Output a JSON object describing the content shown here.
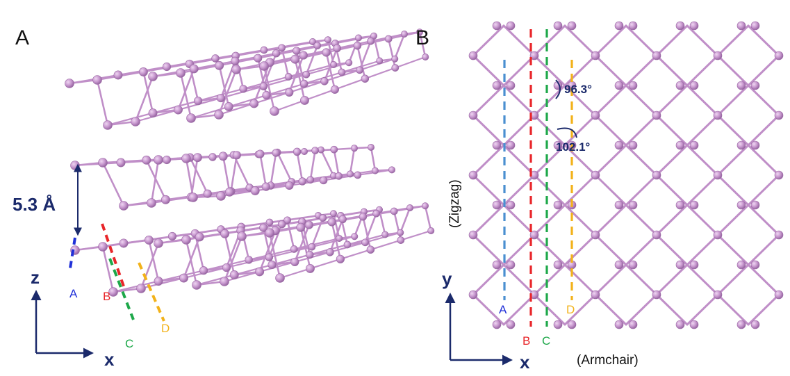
{
  "panels": {
    "a": {
      "label": "A",
      "spacing_label": "5.3 Å",
      "axis_z": "z",
      "axis_x": "x",
      "line_labels": [
        "A",
        "B",
        "C",
        "D"
      ]
    },
    "b": {
      "label": "B",
      "axis_y": "y",
      "axis_x": "x",
      "zigzag_label": "(Zigzag)",
      "armchair_label": "(Armchair)",
      "angle_1": "96.3°",
      "angle_2": "102.1°",
      "line_labels": [
        "A",
        "B",
        "C",
        "D"
      ]
    }
  },
  "colors": {
    "atom": "#c99ad0",
    "atom_dark": "#9a68a4",
    "bond": "#c08fc8",
    "navy": "#1b2a6b",
    "line_a": "#4a8fd0",
    "line_b": "#e8262a",
    "line_c": "#1ea84a",
    "line_d": "#f2b21a",
    "label_a": "#2030d8"
  }
}
